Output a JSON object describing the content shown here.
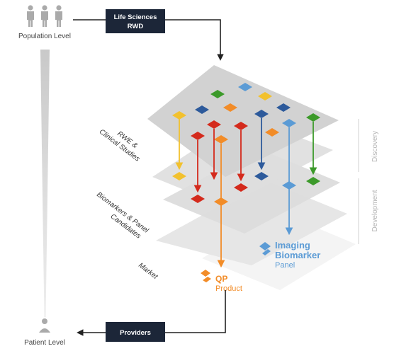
{
  "top": {
    "population_label": "Population Level",
    "source_box": {
      "line1": "Life Sciences",
      "line2": "RWD"
    }
  },
  "bottom": {
    "patient_label": "Patient Level",
    "providers_box": "Providers"
  },
  "layers": {
    "rwe": {
      "line1": "RWE &",
      "line2": "Clinical Studies"
    },
    "biomarkers": {
      "line1": "Biomarkers & Panel",
      "line2": "Candidates"
    },
    "market": "Market"
  },
  "phases": {
    "discovery": "Discovery",
    "development": "Development"
  },
  "products": {
    "qp": {
      "line1": "QP",
      "line2": "Product",
      "color": "#f28c28"
    },
    "imaging": {
      "line1": "Imaging",
      "line2": "Biomarker",
      "line3": "Panel",
      "color": "#5b9bd5"
    }
  },
  "colors": {
    "navy_box": "#1c2638",
    "yellow": "#f2c12e",
    "red": "#d42a1c",
    "orange": "#f28c28",
    "navy": "#2d5a9b",
    "light_blue": "#5b9bd5",
    "green": "#3c9a2a",
    "gray_icon": "#aaaaaa"
  }
}
